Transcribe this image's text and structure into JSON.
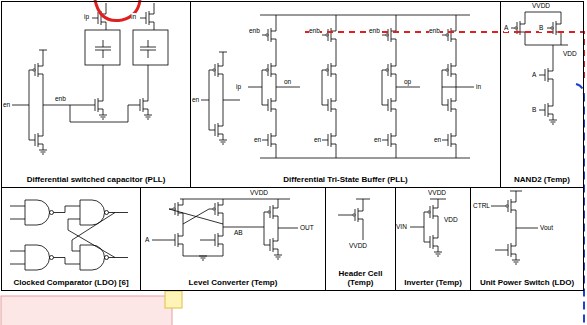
{
  "diagram": {
    "nodes": [
      {
        "text": [
          "Differential switched capacitor (PLL)"
        ]
      },
      {
        "text": [
          "Differential Tri-State Buffer (PLL)"
        ]
      },
      {
        "text": [
          "NAND2 (Temp)"
        ]
      },
      {
        "text": [
          "Clocked Comparator (LDO) [6]"
        ]
      },
      {
        "text": [
          "Level Converter (Temp)"
        ]
      },
      {
        "text": [
          "Header Cell (Temp)"
        ]
      },
      {
        "text": [
          "Inverter (Temp)"
        ]
      },
      {
        "text": [
          "Unit Power Switch (LDO)"
        ]
      }
    ],
    "labels": [
      "ip",
      "in",
      "en",
      "enb",
      "en",
      "enb",
      "enb",
      "enb",
      "enb",
      "ip",
      "on",
      "op",
      "in",
      "en",
      "en",
      "en",
      "en",
      "VVDD",
      "A",
      "B",
      "A",
      "B",
      "VDD",
      "VVDD",
      "A",
      "AB",
      "OUT",
      "VVDD",
      "VVDD",
      "VIN",
      "VDD",
      "CTRL",
      "Vout"
    ]
  }
}
